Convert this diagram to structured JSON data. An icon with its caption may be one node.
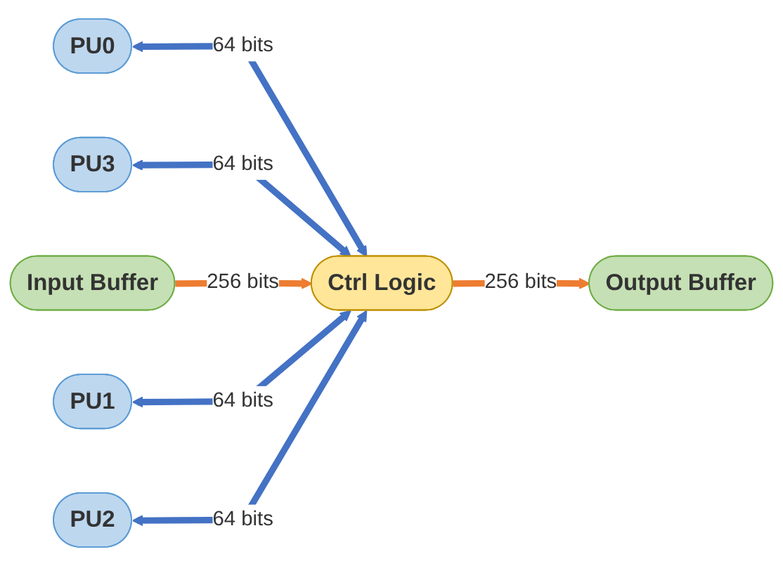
{
  "diagram": {
    "nodes": [
      {
        "text": [
          "PU0"
        ]
      },
      {
        "text": [
          "PU3"
        ]
      },
      {
        "text": [
          "Ctrl Logic"
        ]
      },
      {
        "text": [
          "Input Buffer"
        ]
      },
      {
        "text": [
          "Output Buffer"
        ]
      },
      {
        "text": [
          "PU1"
        ]
      },
      {
        "text": [
          "PU2"
        ]
      }
    ],
    "edges": [
      {
        "from": 0,
        "to": 2,
        "arrow": "both",
        "label": "64 bits"
      },
      {
        "from": 1,
        "to": 2,
        "arrow": "both",
        "label": "64 bits"
      },
      {
        "from": 3,
        "to": 2,
        "arrow": "to",
        "label": "256 bits",
        "color": "#ed7d31"
      },
      {
        "from": 2,
        "to": 4,
        "arrow": "to",
        "label": "256 bits",
        "color": "#ed7d31"
      },
      {
        "from": 5,
        "to": 2,
        "arrow": "both",
        "label": "64 bits"
      },
      {
        "from": 6,
        "to": 2,
        "arrow": "both",
        "label": "64 bits"
      }
    ]
  }
}
